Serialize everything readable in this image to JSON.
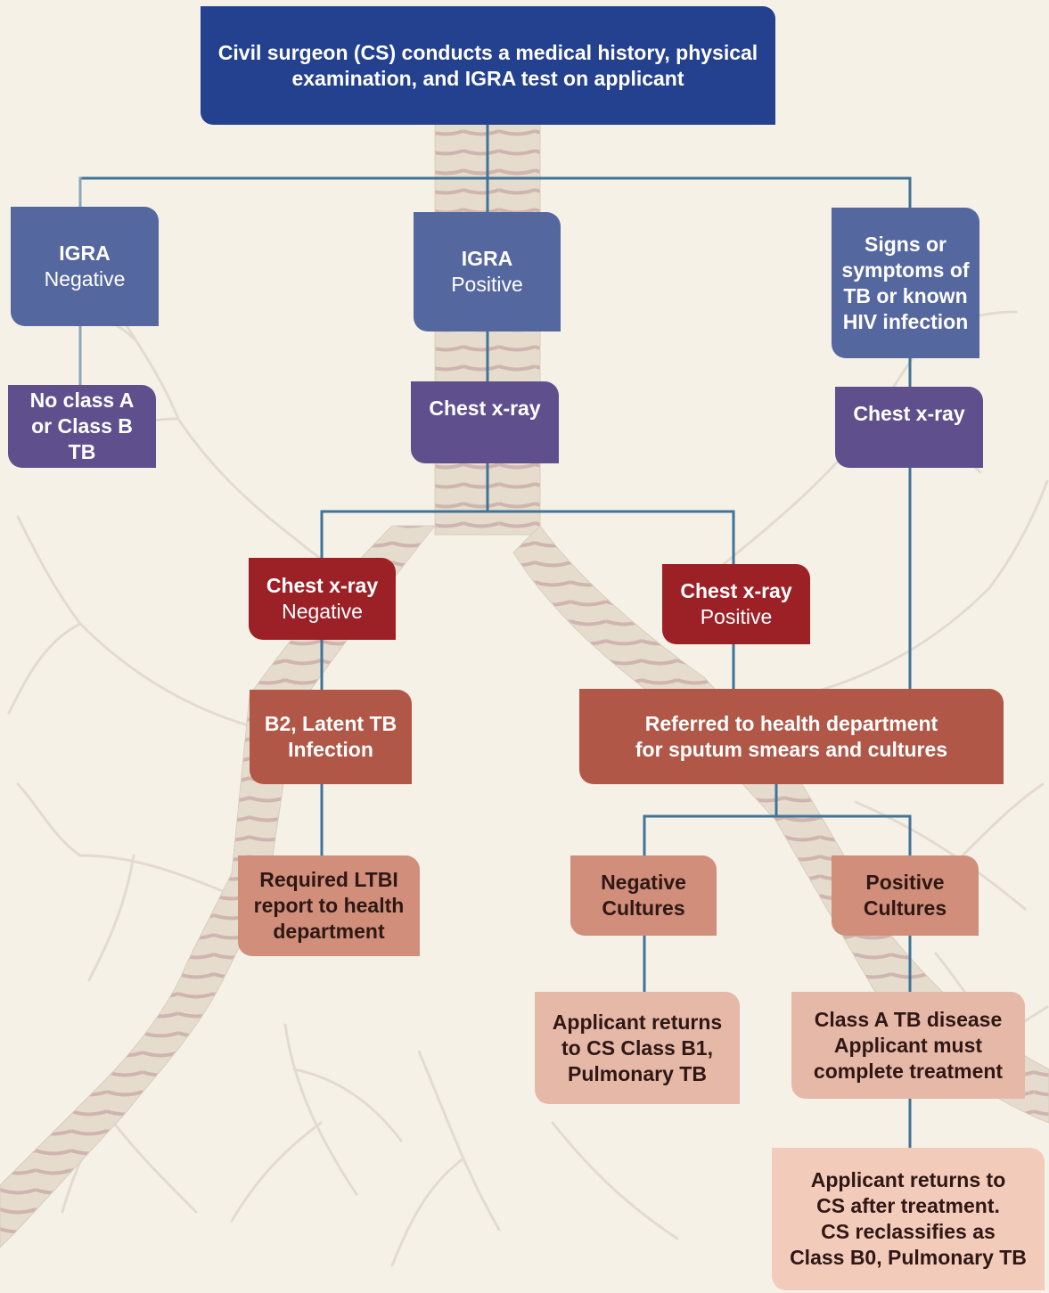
{
  "flowchart": {
    "start": {
      "text": "Civil surgeon (CS) conducts a medical history, physical examination, and IGRA test on applicant"
    },
    "igra_negative": {
      "title": "IGRA",
      "subtitle": "Negative"
    },
    "igra_positive": {
      "title": "IGRA",
      "subtitle": "Positive"
    },
    "signs_symptoms": {
      "text": "Signs or\nsymptoms of\nTB or known\nHIV infection"
    },
    "no_class": {
      "text": "No class A\nor Class B TB"
    },
    "chest_xray_center": {
      "text": "Chest x-ray"
    },
    "chest_xray_right": {
      "text": "Chest x-ray"
    },
    "xray_negative": {
      "title": "Chest x-ray",
      "subtitle": "Negative"
    },
    "xray_positive": {
      "title": "Chest x-ray",
      "subtitle": "Positive"
    },
    "b2_latent": {
      "text": "B2, Latent TB\nInfection"
    },
    "referred": {
      "text": "Referred to health department\nfor sputum smears and cultures"
    },
    "ltbi_report": {
      "text": "Required LTBI\nreport to health\ndepartment"
    },
    "negative_cultures": {
      "text": "Negative\nCultures"
    },
    "positive_cultures": {
      "text": "Positive\nCultures"
    },
    "returns_b1": {
      "text": "Applicant returns\nto CS Class B1,\nPulmonary TB"
    },
    "class_a": {
      "text": "Class A TB disease\nApplicant must\ncomplete treatment"
    },
    "reclassify": {
      "text": "Applicant returns to\nCS after treatment.\nCS reclassifies as\nClass B0, Pulmonary TB"
    }
  },
  "colors": {
    "background": "#f6f1e7",
    "connector": "#3f7398",
    "navy": "#24418f",
    "slate": "#55679f",
    "violet": "#5f508d",
    "crimson": "#9c2127",
    "brick": "#b05747",
    "clay": "#d08e7b",
    "blush": "#e6b8a8",
    "pale": "#f3cbbb"
  }
}
